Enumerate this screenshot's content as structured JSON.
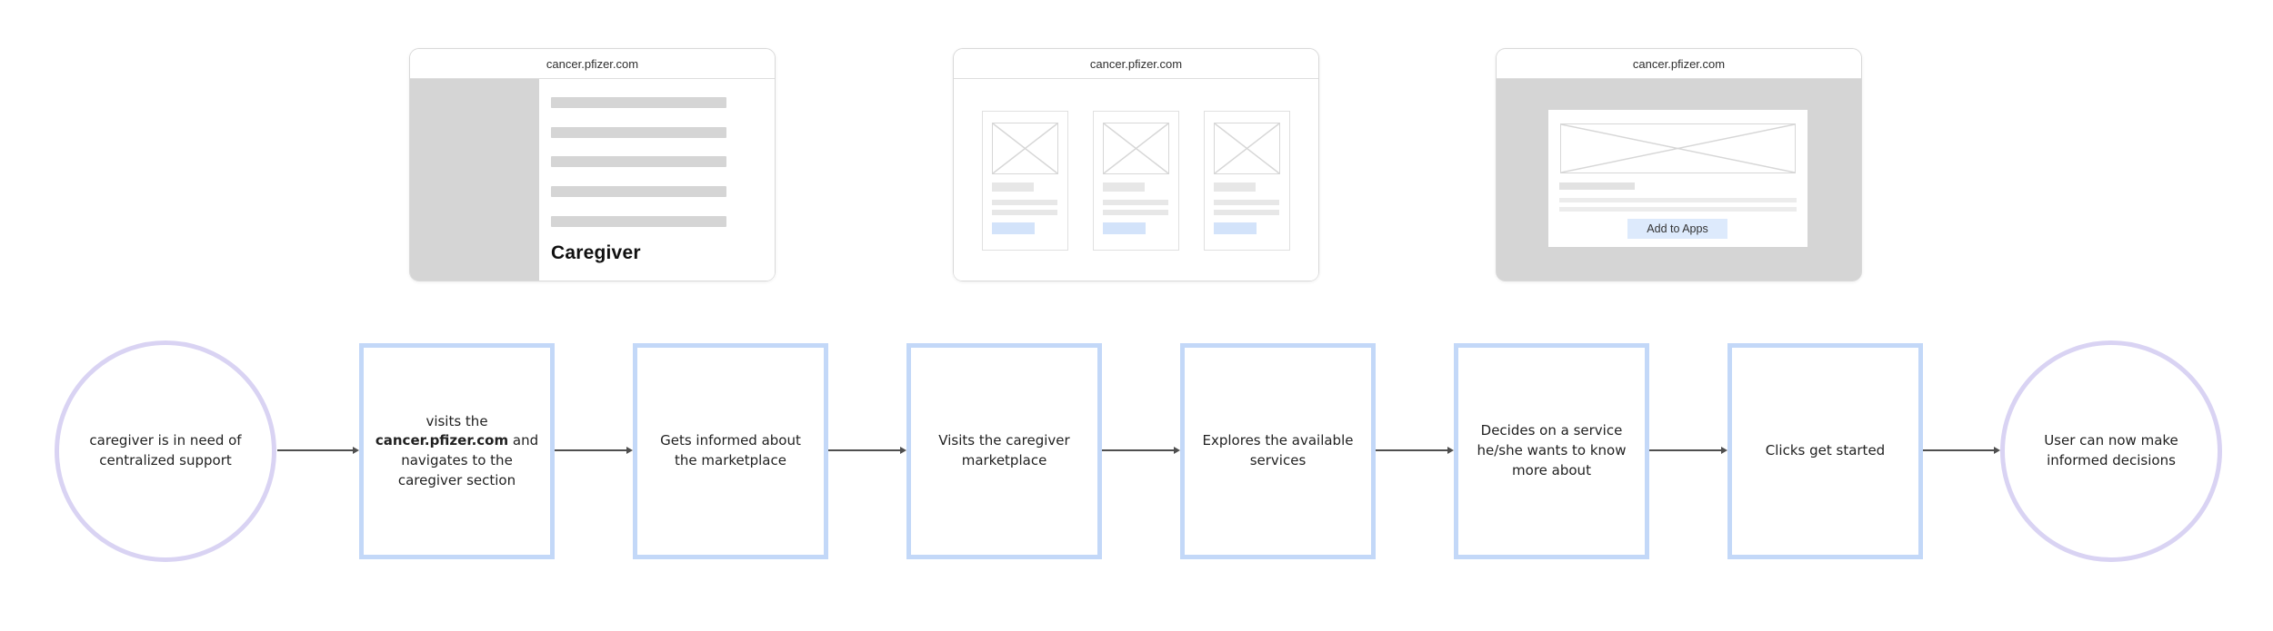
{
  "mockups": [
    {
      "name": "caregiver-section-wireframe",
      "url": "cancer.pfizer.com",
      "heading": "Caregiver",
      "placeholder_lines": 5
    },
    {
      "name": "marketplace-cards-wireframe",
      "url": "cancer.pfizer.com",
      "cards": 3
    },
    {
      "name": "service-detail-wireframe",
      "url": "cancer.pfizer.com",
      "button_label": "Add to Apps"
    }
  ],
  "flow": {
    "nodes": [
      {
        "shape": "circle",
        "text": "caregiver is in need of centralized support"
      },
      {
        "shape": "rect",
        "text_pre": "visits the ",
        "text_bold": "cancer.pfizer.com",
        "text_post": " and navigates to the caregiver section"
      },
      {
        "shape": "rect",
        "text": "Gets informed about the marketplace"
      },
      {
        "shape": "rect",
        "text": "Visits the caregiver marketplace"
      },
      {
        "shape": "rect",
        "text": "Explores the available services"
      },
      {
        "shape": "rect",
        "text": "Decides on a service he/she wants to know more about"
      },
      {
        "shape": "rect",
        "text": "Clicks get started"
      },
      {
        "shape": "circle",
        "text": "User can now make informed decisions"
      }
    ]
  },
  "colors": {
    "circle_border": "#d9d3f3",
    "rect_border": "#c3d8f8",
    "wireframe_gray": "#d5d5d5",
    "wireframe_light_gray": "#e7e7e7",
    "wireframe_blue_fill": "#d3e3fa",
    "button_blue_fill": "#ddeafc",
    "arrow": "#4f4f4f",
    "text": "#212121"
  }
}
